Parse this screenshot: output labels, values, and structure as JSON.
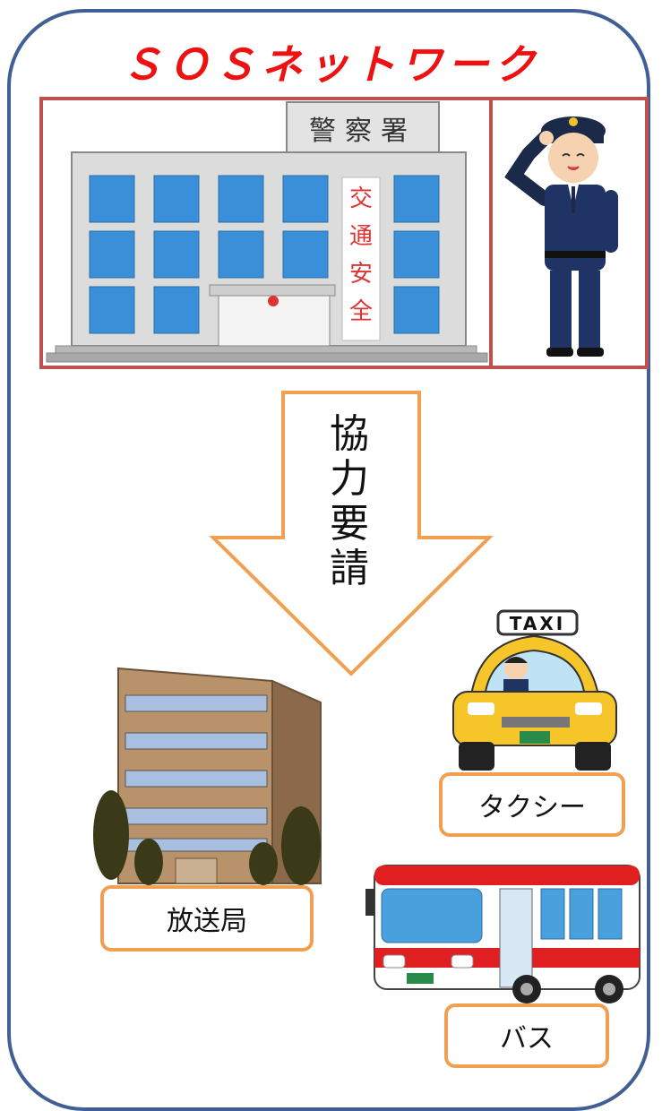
{
  "title": "ＳＯＳネットワーク",
  "police_station": {
    "sign": "警察署",
    "banner": [
      "交",
      "通",
      "安",
      "全"
    ]
  },
  "arrow_label": [
    "協",
    "力",
    "要",
    "請"
  ],
  "taxi_sign": "TAXI",
  "labels": {
    "taxi": "タクシー",
    "broadcast": "放送局",
    "bus": "バス"
  },
  "colors": {
    "frame": "#3f5f95",
    "title": "#ee1111",
    "panel_border": "#c0504d",
    "arrow_outline": "#f0a050",
    "label_border": "#f0a050"
  }
}
